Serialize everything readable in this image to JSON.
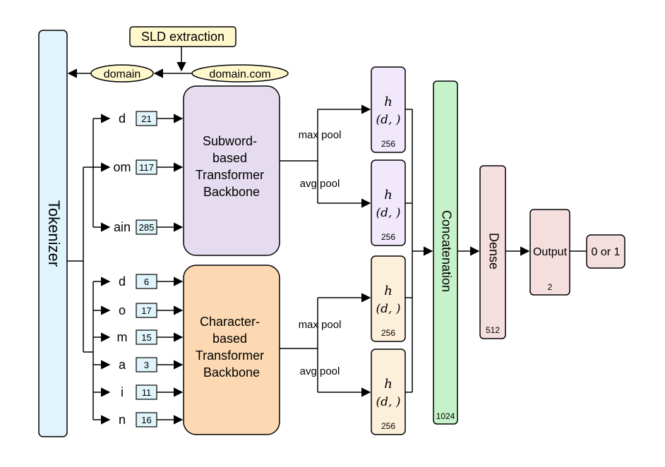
{
  "tokenizer": {
    "label": "Tokenizer"
  },
  "sld": {
    "extraction_label": "SLD extraction",
    "input_label": "domain.com",
    "output_label": "domain"
  },
  "subword": {
    "backbone_label": "Subword-based Transformer Backbone",
    "tokens": [
      {
        "token": "d",
        "id": "21"
      },
      {
        "token": "om",
        "id": "117"
      },
      {
        "token": "ain",
        "id": "285"
      }
    ]
  },
  "character": {
    "backbone_label": "Character-based Transformer Backbone",
    "tokens": [
      {
        "token": "d",
        "id": "6"
      },
      {
        "token": "o",
        "id": "17"
      },
      {
        "token": "m",
        "id": "15"
      },
      {
        "token": "a",
        "id": "3"
      },
      {
        "token": "i",
        "id": "11"
      },
      {
        "token": "n",
        "id": "16"
      }
    ]
  },
  "pooling": {
    "max_label": "max pool",
    "avg_label": "avg pool"
  },
  "hidden": {
    "h_symbol": "h",
    "d_symbol": "(d, )",
    "dim": "256"
  },
  "concat": {
    "label": "Concatenation",
    "dim": "1024"
  },
  "dense": {
    "label": "Dense",
    "dim": "512"
  },
  "output": {
    "label": "Output",
    "dim": "2"
  },
  "result": {
    "label": "0 or 1"
  },
  "colors": {
    "tokenizer": "#dff4fb",
    "sld": "#fff8cc",
    "subword": "#e6dcef",
    "character": "#fcd9b2",
    "hidden_subword": "#f1e8fb",
    "hidden_char": "#fdf0da",
    "concat": "#c5f2c8",
    "dense": "#f5dede",
    "output": "#f5dede",
    "token_box": "#dff4fb"
  }
}
